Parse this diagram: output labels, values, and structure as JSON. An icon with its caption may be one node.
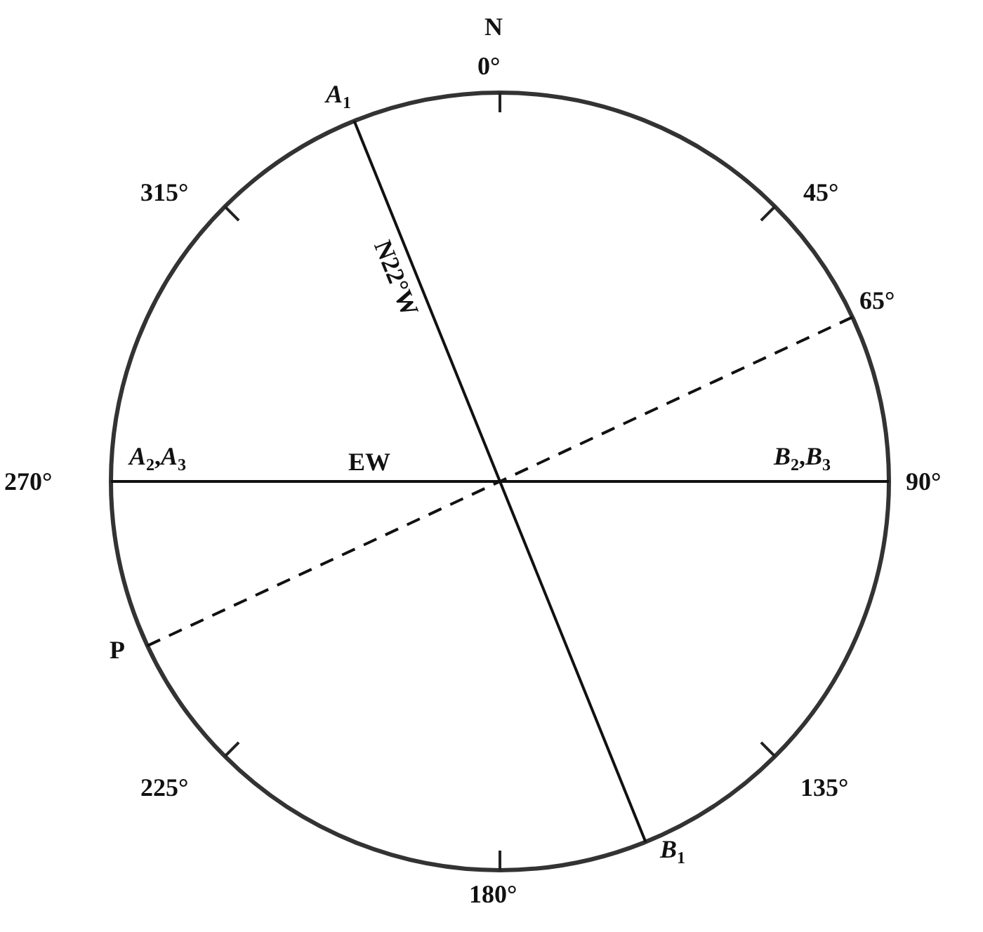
{
  "diagram": {
    "nodes": [
      {
        "text": [
          "*A*$_{1}$"
        ]
      },
      {
        "text": [
          "*B*$_{1}$"
        ]
      },
      {
        "text": [
          "*A*$_{2}$,*A*$_{3}$"
        ]
      },
      {
        "text": [
          "*B*$_{2}$,*B*$_{3}$"
        ]
      },
      {
        "text": [
          "P"
        ]
      },
      {
        "text": [
          "65°"
        ]
      }
    ],
    "edges": [
      {
        "from": 0,
        "to": 1,
        "arrow": "none",
        "label": "N22°W"
      },
      {
        "from": 2,
        "to": 3,
        "arrow": "none",
        "label": "EW"
      },
      {
        "from": 4,
        "to": 5,
        "arrow": "none",
        "style": "dashed"
      }
    ],
    "labels": [
      "N",
      "0°",
      "315°",
      "45°",
      "270°",
      "90°",
      "225°",
      "135°",
      "180°"
    ]
  }
}
